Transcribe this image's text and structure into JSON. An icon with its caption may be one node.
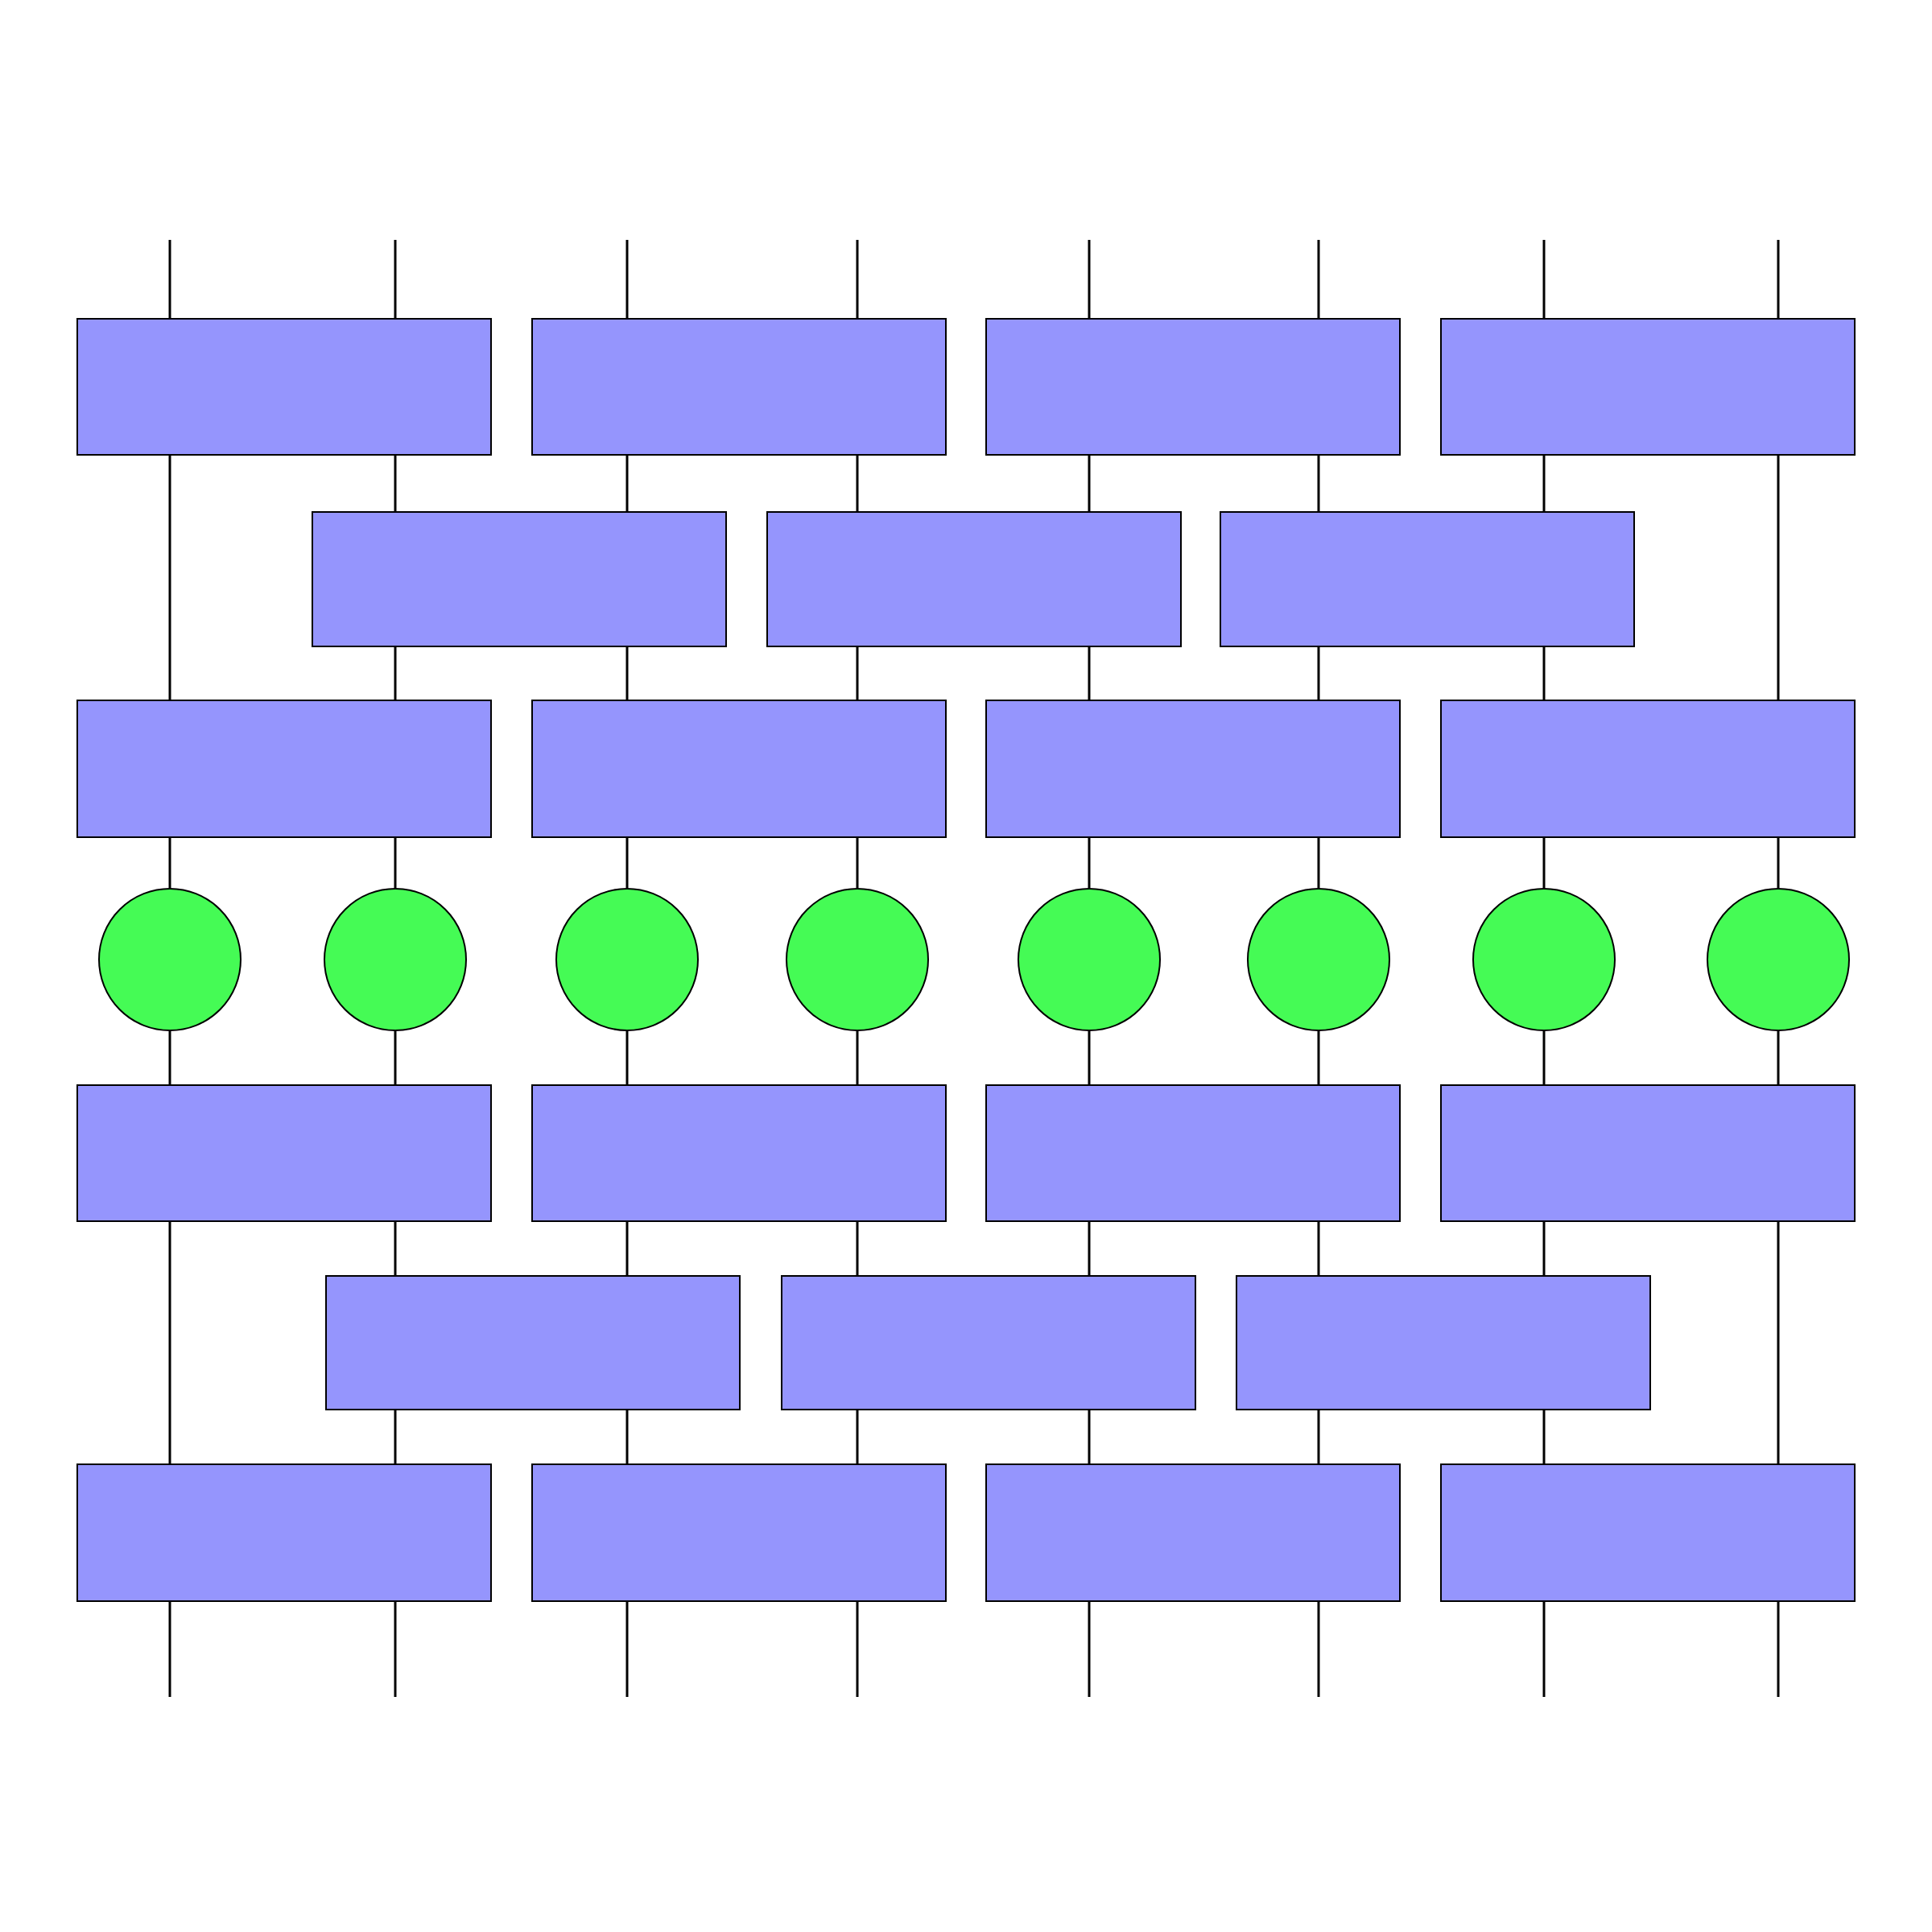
{
  "diagram": {
    "nodes": [
      {
        "text": [],
        "shape": "box"
      },
      {
        "text": [],
        "shape": "box"
      },
      {
        "text": [],
        "shape": "box"
      },
      {
        "text": [],
        "shape": "box"
      },
      {
        "text": [],
        "shape": "box"
      },
      {
        "text": [],
        "shape": "box"
      },
      {
        "text": [],
        "shape": "box"
      },
      {
        "text": [],
        "shape": "box"
      },
      {
        "text": [],
        "shape": "box"
      },
      {
        "text": [],
        "shape": "box"
      },
      {
        "text": [],
        "shape": "box"
      },
      {
        "text": [],
        "shape": "circle"
      },
      {
        "text": [],
        "shape": "circle"
      },
      {
        "text": [],
        "shape": "circle"
      },
      {
        "text": [],
        "shape": "circle"
      },
      {
        "text": [],
        "shape": "circle"
      },
      {
        "text": [],
        "shape": "circle"
      },
      {
        "text": [],
        "shape": "circle"
      },
      {
        "text": [],
        "shape": "circle"
      },
      {
        "text": [],
        "shape": "box"
      },
      {
        "text": [],
        "shape": "box"
      },
      {
        "text": [],
        "shape": "box"
      },
      {
        "text": [],
        "shape": "box"
      },
      {
        "text": [],
        "shape": "box"
      },
      {
        "text": [],
        "shape": "box"
      },
      {
        "text": [],
        "shape": "box"
      },
      {
        "text": [],
        "shape": "box"
      },
      {
        "text": [],
        "shape": "box"
      },
      {
        "text": [],
        "shape": "box"
      },
      {
        "text": [],
        "shape": "box"
      }
    ],
    "edges": [
      {
        "from": null,
        "to": 0,
        "arrow": "none"
      },
      {
        "from": 0,
        "to": 7,
        "arrow": "none"
      },
      {
        "from": 7,
        "to": 11,
        "arrow": "none"
      },
      {
        "from": 11,
        "to": 19,
        "arrow": "none"
      },
      {
        "from": 19,
        "to": 26,
        "arrow": "none"
      },
      {
        "from": 26,
        "to": null,
        "arrow": "none"
      },
      {
        "from": null,
        "to": 0,
        "arrow": "none"
      },
      {
        "from": 0,
        "to": 4,
        "arrow": "none"
      },
      {
        "from": 4,
        "to": 7,
        "arrow": "none"
      },
      {
        "from": 7,
        "to": 12,
        "arrow": "none"
      },
      {
        "from": 12,
        "to": 19,
        "arrow": "none"
      },
      {
        "from": 19,
        "to": 23,
        "arrow": "none"
      },
      {
        "from": 23,
        "to": 26,
        "arrow": "none"
      },
      {
        "from": 26,
        "to": null,
        "arrow": "none"
      },
      {
        "from": null,
        "to": 1,
        "arrow": "none"
      },
      {
        "from": 1,
        "to": 4,
        "arrow": "none"
      },
      {
        "from": 4,
        "to": 8,
        "arrow": "none"
      },
      {
        "from": 8,
        "to": 13,
        "arrow": "none"
      },
      {
        "from": 13,
        "to": 20,
        "arrow": "none"
      },
      {
        "from": 20,
        "to": 23,
        "arrow": "none"
      },
      {
        "from": 23,
        "to": 27,
        "arrow": "none"
      },
      {
        "from": 27,
        "to": null,
        "arrow": "none"
      },
      {
        "from": null,
        "to": 1,
        "arrow": "none"
      },
      {
        "from": 1,
        "to": 5,
        "arrow": "none"
      },
      {
        "from": 5,
        "to": 8,
        "arrow": "none"
      },
      {
        "from": 8,
        "to": 14,
        "arrow": "none"
      },
      {
        "from": 14,
        "to": 20,
        "arrow": "none"
      },
      {
        "from": 20,
        "to": 24,
        "arrow": "none"
      },
      {
        "from": 24,
        "to": 27,
        "arrow": "none"
      },
      {
        "from": 27,
        "to": null,
        "arrow": "none"
      },
      {
        "from": null,
        "to": 2,
        "arrow": "none"
      },
      {
        "from": 2,
        "to": 5,
        "arrow": "none"
      },
      {
        "from": 5,
        "to": 9,
        "arrow": "none"
      },
      {
        "from": 9,
        "to": 15,
        "arrow": "none"
      },
      {
        "from": 15,
        "to": 21,
        "arrow": "none"
      },
      {
        "from": 21,
        "to": 24,
        "arrow": "none"
      },
      {
        "from": 24,
        "to": 28,
        "arrow": "none"
      },
      {
        "from": 28,
        "to": null,
        "arrow": "none"
      },
      {
        "from": null,
        "to": 2,
        "arrow": "none"
      },
      {
        "from": 2,
        "to": 6,
        "arrow": "none"
      },
      {
        "from": 6,
        "to": 9,
        "arrow": "none"
      },
      {
        "from": 9,
        "to": 16,
        "arrow": "none"
      },
      {
        "from": 16,
        "to": 21,
        "arrow": "none"
      },
      {
        "from": 21,
        "to": 25,
        "arrow": "none"
      },
      {
        "from": 25,
        "to": 28,
        "arrow": "none"
      },
      {
        "from": 28,
        "to": null,
        "arrow": "none"
      },
      {
        "from": null,
        "to": 3,
        "arrow": "none"
      },
      {
        "from": 3,
        "to": 6,
        "arrow": "none"
      },
      {
        "from": 6,
        "to": 10,
        "arrow": "none"
      },
      {
        "from": 10,
        "to": 17,
        "arrow": "none"
      },
      {
        "from": 17,
        "to": 22,
        "arrow": "none"
      },
      {
        "from": 22,
        "to": 25,
        "arrow": "none"
      },
      {
        "from": 25,
        "to": 29,
        "arrow": "none"
      },
      {
        "from": 29,
        "to": null,
        "arrow": "none"
      },
      {
        "from": null,
        "to": 3,
        "arrow": "none"
      },
      {
        "from": 3,
        "to": 10,
        "arrow": "none"
      },
      {
        "from": 10,
        "to": 18,
        "arrow": "none"
      },
      {
        "from": 18,
        "to": 22,
        "arrow": "none"
      },
      {
        "from": 22,
        "to": 29,
        "arrow": "none"
      },
      {
        "from": 29,
        "to": null,
        "arrow": "none"
      }
    ]
  }
}
